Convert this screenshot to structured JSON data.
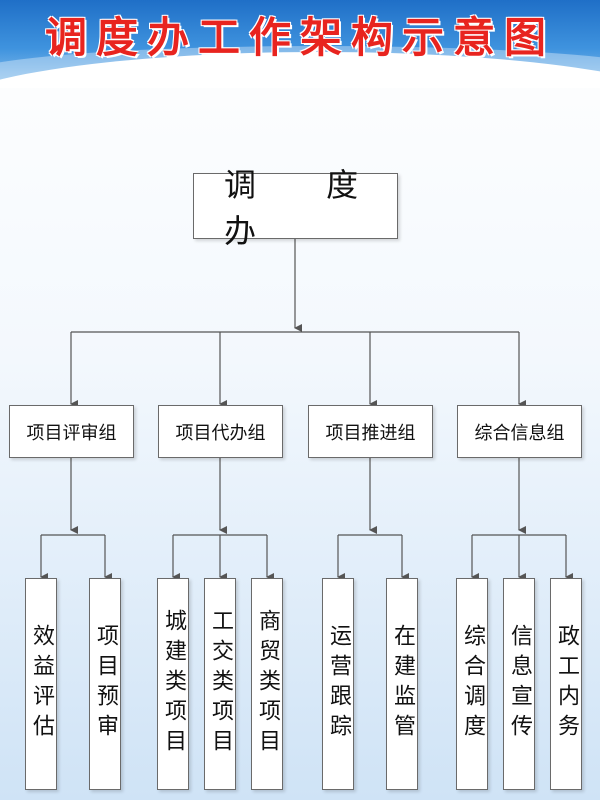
{
  "title": "调度办工作架构示意图",
  "root": "调 度 办",
  "groups": [
    {
      "label": "项目评审组",
      "children": [
        "效益评估",
        "项目预审"
      ]
    },
    {
      "label": "项目代办组",
      "children": [
        "城建类项目",
        "工交类项目",
        "商贸类项目"
      ]
    },
    {
      "label": "项目推进组",
      "children": [
        "运营跟踪",
        "在建监管"
      ]
    },
    {
      "label": "综合信息组",
      "children": [
        "综合调度",
        "信息宣传",
        "政工内务"
      ]
    }
  ],
  "colors": {
    "title": "#e8241f",
    "banner": "#2f7fd3",
    "line": "#555555"
  }
}
